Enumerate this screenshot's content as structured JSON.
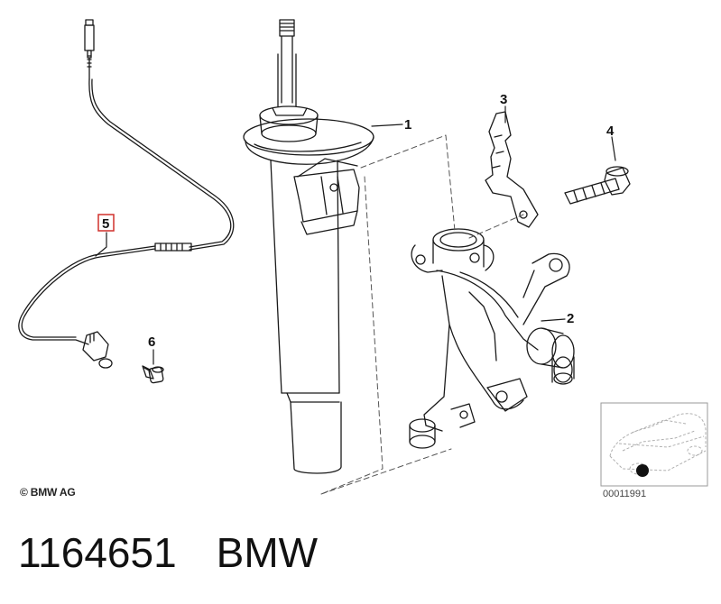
{
  "callouts": {
    "c1": "1",
    "c2": "2",
    "c3": "3",
    "c4": "4",
    "c5": "5",
    "c6": "6"
  },
  "copyright": "© BMW AG",
  "inset_code": "00011991",
  "footer": {
    "part_number": "1164651",
    "brand": "BMW"
  },
  "colors": {
    "line": "#1a1a1a",
    "highlight_box": "#d0302c",
    "inset_border": "#9a9a9a"
  }
}
